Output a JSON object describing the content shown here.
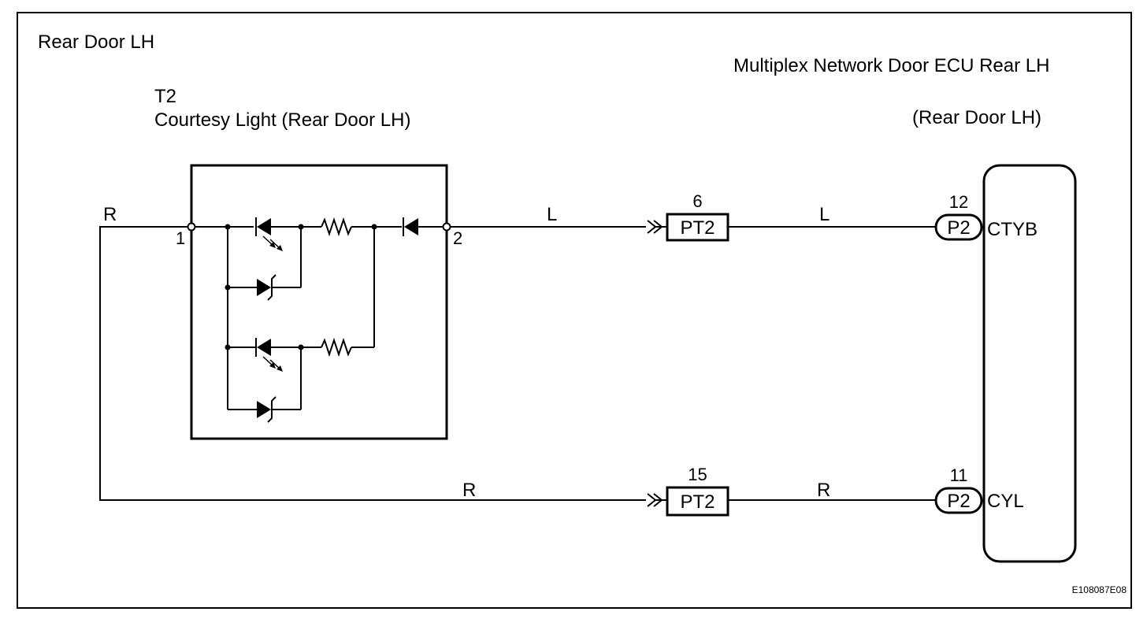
{
  "diagram": {
    "section_title": "Rear Door LH",
    "ecu": {
      "name": "Multiplex Network Door ECU Rear LH",
      "location": "(Rear Door LH)"
    },
    "component": {
      "code": "T2",
      "name": "Courtesy Light (Rear Door LH)",
      "pins": [
        "1",
        "2"
      ]
    },
    "wires": [
      {
        "color_label": "R",
        "segment": "left-riser"
      },
      {
        "color_label": "L",
        "segment": "pin2-to-pt2"
      },
      {
        "color_label": "L",
        "segment": "pt2-to-ecu"
      },
      {
        "color_label": "R",
        "segment": "bottom-to-pt2"
      },
      {
        "color_label": "R",
        "segment": "pt2-to-ecu"
      }
    ],
    "junction_connectors": [
      {
        "name": "PT2",
        "pin": "6"
      },
      {
        "name": "PT2",
        "pin": "15"
      }
    ],
    "ecu_connectors": [
      {
        "name": "P2",
        "pin": "12",
        "signal": "CTYB"
      },
      {
        "name": "P2",
        "pin": "11",
        "signal": "CYL"
      }
    ],
    "figure_id": "E108087E08"
  }
}
